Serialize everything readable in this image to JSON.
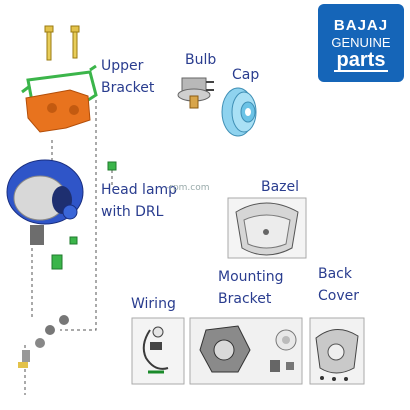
{
  "logo": {
    "brand": "BAJAJ",
    "line2": "GENUINE",
    "line3": "parts"
  },
  "labels": {
    "upper_bracket": [
      "Upper",
      "Bracket"
    ],
    "bulb": "Bulb",
    "cap": "Cap",
    "head_lamp": [
      "Head lamp",
      "with DRL"
    ],
    "bazel": "Bazel",
    "mounting_bracket": [
      "Mounting",
      "Bracket"
    ],
    "back_cover": [
      "Back",
      "Cover"
    ],
    "wiring": "Wiring"
  },
  "watermark": "-rpm.com",
  "colors": {
    "label": "#2a3d8f",
    "logo_bg": "#1565b8",
    "lamp_blue": "#2f55c8",
    "bracket_orange": "#e8731e",
    "bracket_green": "#3bb54a",
    "cap_blue": "#8fd3ef"
  }
}
